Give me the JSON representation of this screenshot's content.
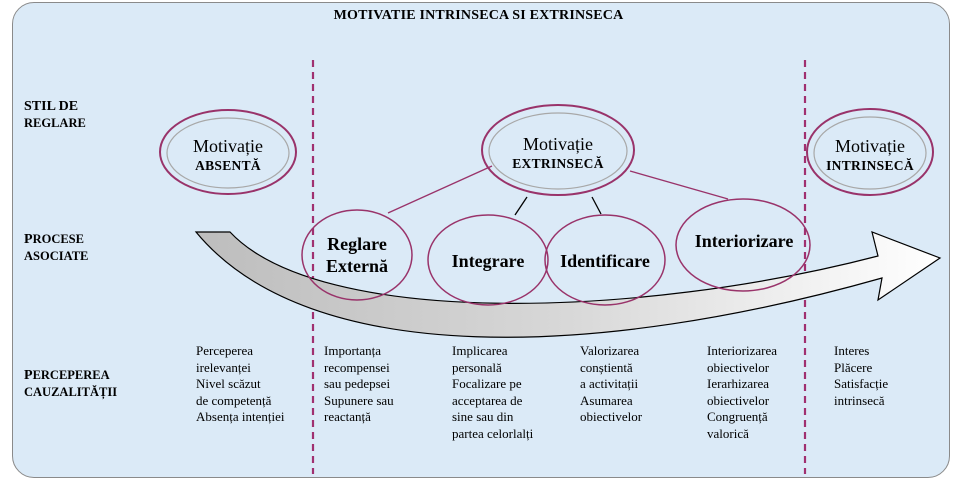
{
  "title": "MOTIVATIE  INTRINSECA SI  EXTRINSECA",
  "row_labels": {
    "stil": {
      "line1": "STIL DE",
      "line2": "REGLARE"
    },
    "procese": {
      "line1_first": "P",
      "line1_rest": "ROCESE",
      "line2": "ASOCIATE"
    },
    "perceperea": {
      "line1_first": "P",
      "line1_rest": "ERCEPEREA",
      "line2": "CAUZALITĂȚII"
    }
  },
  "styles": {
    "absenta": {
      "word": "Motivație",
      "type": "ABSENTĂ"
    },
    "extrinseca": {
      "word": "Motivație",
      "type": "EXTRINSECĂ"
    },
    "intrinseca": {
      "word": "Motivație",
      "type": "INTRINSECĂ"
    }
  },
  "processes": {
    "reglare_externa": {
      "line1": "Reglare",
      "line2": "Externă"
    },
    "integrare": "Integrare",
    "identificare": "Identificare",
    "interiorizare": "Interiorizare"
  },
  "causality": {
    "col1": [
      "Perceperea",
      "irelevanței",
      "Nivel scăzut",
      "de competență",
      "Absența intenției"
    ],
    "col2": [
      "Importanța",
      "recompensei",
      "sau pedepsei",
      "Supunere sau",
      "reactanță"
    ],
    "col3": [
      "Implicarea",
      "personală",
      "Focalizare pe",
      "acceptarea de",
      "sine sau din",
      "partea celorlalți"
    ],
    "col4": [
      "Valorizarea",
      "conștientă",
      "a activitații",
      "Asumarea",
      "obiectivelor"
    ],
    "col5": [
      "Interiorizarea",
      "obiectivelor",
      "Ierarhizarea",
      "obiectivelor",
      "Congruență",
      "valorică"
    ],
    "col6": [
      "Interes",
      "Plăcere",
      "Satisfacție",
      "intrinsecă"
    ]
  },
  "colors": {
    "background": "#dbeaf7",
    "ellipse_stroke": "#99336a",
    "divider": "#a03070",
    "arrow_fill": "#d0d0d0",
    "arrow_stroke": "#000000"
  }
}
